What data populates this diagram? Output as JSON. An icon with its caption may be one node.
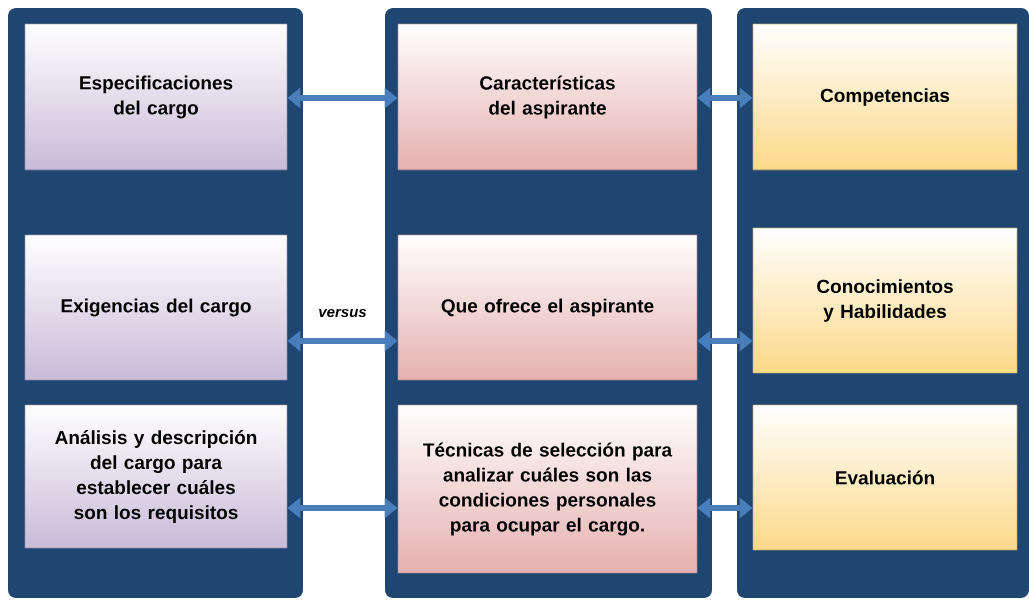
{
  "diagram": {
    "nodes": [
      {
        "text": [],
        "shape": "box"
      },
      {
        "text": [
          "Especificaciones del cargo"
        ],
        "in": 0
      },
      {
        "text": [
          "Exigencias del cargo"
        ],
        "in": 0
      },
      {
        "text": [
          "Análisis y descripción del cargo para establecer cuáles son los requisitos"
        ],
        "in": 0
      },
      {
        "text": [],
        "shape": "box"
      },
      {
        "text": [
          "Características del aspirante"
        ],
        "in": 4
      },
      {
        "text": [
          "Que ofrece el aspirante"
        ],
        "in": 4
      },
      {
        "text": [
          "Técnicas de selección para analizar cuáles son las condiciones personales para ocupar el cargo."
        ],
        "in": 4
      },
      {
        "text": [],
        "shape": "box"
      },
      {
        "text": [
          "Competencias"
        ],
        "in": 8
      },
      {
        "text": [
          "Conocimientos y Habilidades"
        ],
        "in": 8
      },
      {
        "text": [
          "Evaluación"
        ],
        "in": 8
      }
    ],
    "edges": [
      {
        "from": 1,
        "to": 5,
        "arrow": "both"
      },
      {
        "from": 5,
        "to": 9,
        "arrow": "both"
      },
      {
        "from": 2,
        "to": 6,
        "arrow": "both",
        "label": "versus"
      },
      {
        "from": 6,
        "to": 10,
        "arrow": "both"
      },
      {
        "from": 3,
        "to": 7,
        "arrow": "both"
      },
      {
        "from": 7,
        "to": 11,
        "arrow": "both"
      }
    ]
  }
}
